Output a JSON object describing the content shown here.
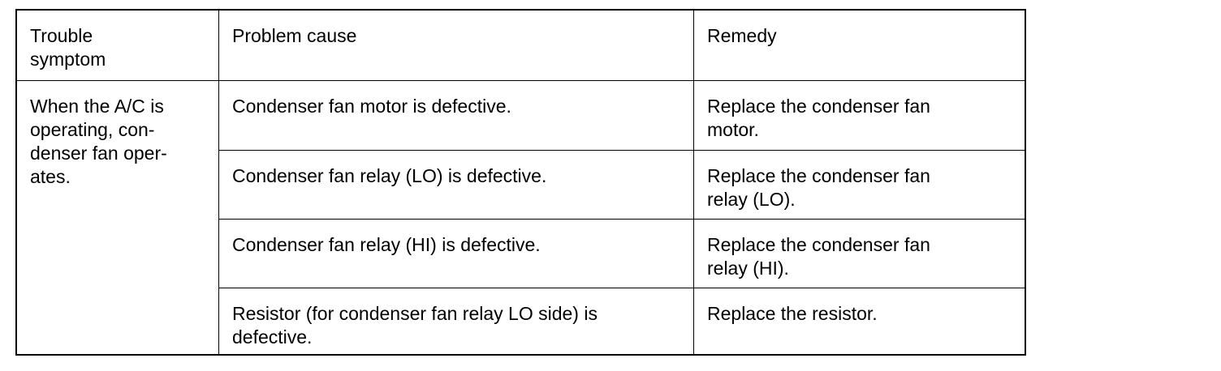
{
  "table": {
    "headers": {
      "symptom": "Trouble symptom",
      "cause": "Problem cause",
      "remedy": "Remedy"
    },
    "symptom_lines": [
      "When the A/C is",
      "operating, con-",
      "denser fan oper-",
      "ates."
    ],
    "rows": [
      {
        "cause": "Condenser fan motor is defective.",
        "remedy": "Replace the condenser fan motor."
      },
      {
        "cause": "Condenser fan relay (LO) is defective.",
        "remedy": "Replace the condenser fan relay (LO)."
      },
      {
        "cause": "Condenser fan relay (HI) is defective.",
        "remedy": "Replace the condenser fan relay (HI)."
      },
      {
        "cause": "Resistor (for condenser fan relay LO side) is defective.",
        "remedy": "Replace the resistor."
      }
    ]
  }
}
